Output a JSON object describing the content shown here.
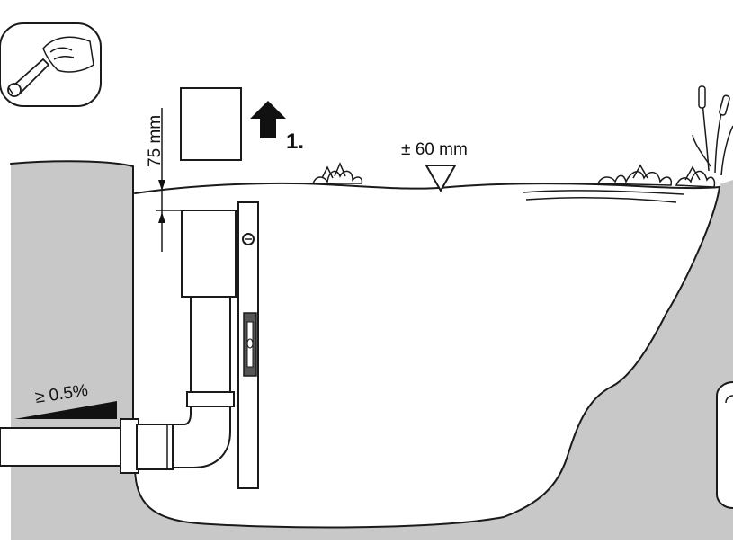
{
  "labels": {
    "gap_dimension": "75 mm",
    "level_tolerance": "± 60 mm",
    "slope": "≥ 0.5%",
    "step_number": "1."
  },
  "icons": {
    "tool_badge": "wrench-hand-icon",
    "lift_arrow": "arrow-up-icon",
    "water_level": "water-level-triangle-icon",
    "spirit_level": "spirit-level-icon"
  },
  "colors": {
    "ground": "#c8c8c8",
    "line": "#1a1a1a",
    "background": "#ffffff"
  }
}
